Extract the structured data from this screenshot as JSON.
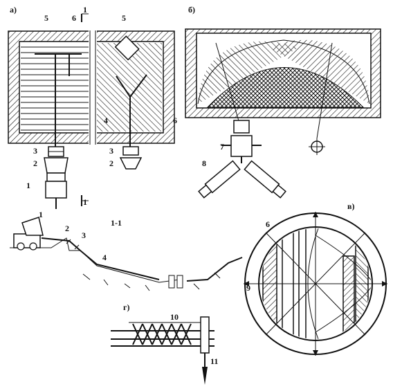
{
  "panels": {
    "a": "а)",
    "b": "б)",
    "v": "в)",
    "g": "г)",
    "section_top": "1",
    "section_bottom": "1",
    "section_title": "1-1"
  },
  "labels": {
    "n1": "1",
    "n2": "2",
    "n3": "3",
    "n4": "4",
    "n5": "5",
    "n6": "6",
    "n7": "7",
    "n8": "8",
    "n9": "9",
    "n10": "10",
    "n11": "11",
    "a_5": "5",
    "a_6": "6",
    "a_5b": "5",
    "a_4": "4",
    "a_6b": "6",
    "a_3": "3",
    "a_2": "2",
    "a_1": "1",
    "a_3b": "3",
    "a_2b": "2",
    "s_1": "1",
    "s_2": "2",
    "s_3": "3",
    "s_4": "4",
    "c_6": "6",
    "c_9": "9"
  }
}
